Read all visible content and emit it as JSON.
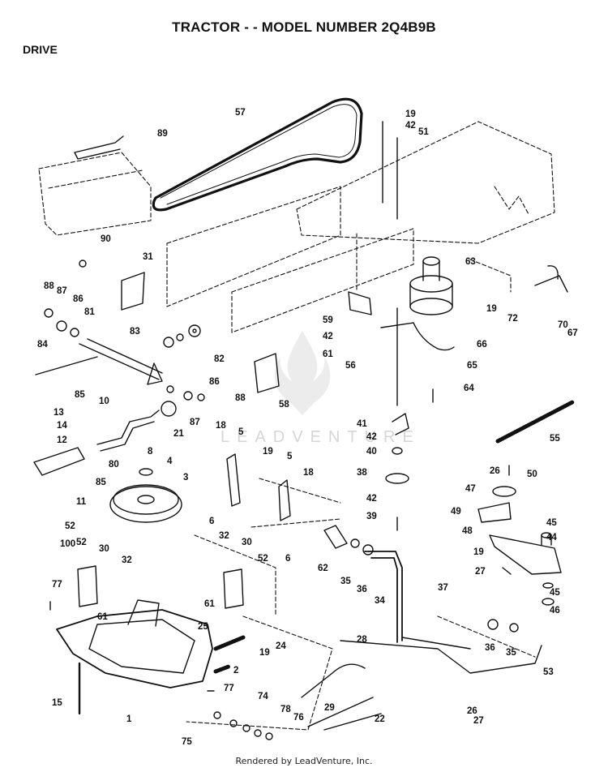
{
  "title": "TRACTOR - - MODEL NUMBER 2Q4B9B",
  "section": "DRIVE",
  "footer": "Rendered by LeadVenture, Inc.",
  "watermark": "LEADVENTURE",
  "callouts": [
    "57",
    "19",
    "42",
    "51",
    "89",
    "90",
    "31",
    "63",
    "19",
    "72",
    "70",
    "67",
    "88",
    "87",
    "86",
    "81",
    "59",
    "42",
    "61",
    "56",
    "66",
    "65",
    "64",
    "83",
    "82",
    "84",
    "85",
    "86",
    "88",
    "87",
    "58",
    "21",
    "10",
    "13",
    "14",
    "12",
    "8",
    "80",
    "85",
    "11",
    "41",
    "42",
    "40",
    "38",
    "42",
    "39",
    "55",
    "4",
    "3",
    "18",
    "5",
    "19",
    "5",
    "18",
    "6",
    "6",
    "26",
    "50",
    "47",
    "49",
    "45",
    "44",
    "48",
    "19",
    "27",
    "45",
    "46",
    "52",
    "100",
    "52",
    "30",
    "32",
    "77",
    "61",
    "32",
    "30",
    "52",
    "61",
    "62",
    "35",
    "36",
    "34",
    "37",
    "25",
    "19",
    "24",
    "2",
    "28",
    "36",
    "35",
    "53",
    "15",
    "1",
    "77",
    "74",
    "78",
    "76",
    "75",
    "29",
    "22",
    "26",
    "27"
  ],
  "colors": {
    "ink": "#111111",
    "watermark": "#d6d6d6"
  }
}
